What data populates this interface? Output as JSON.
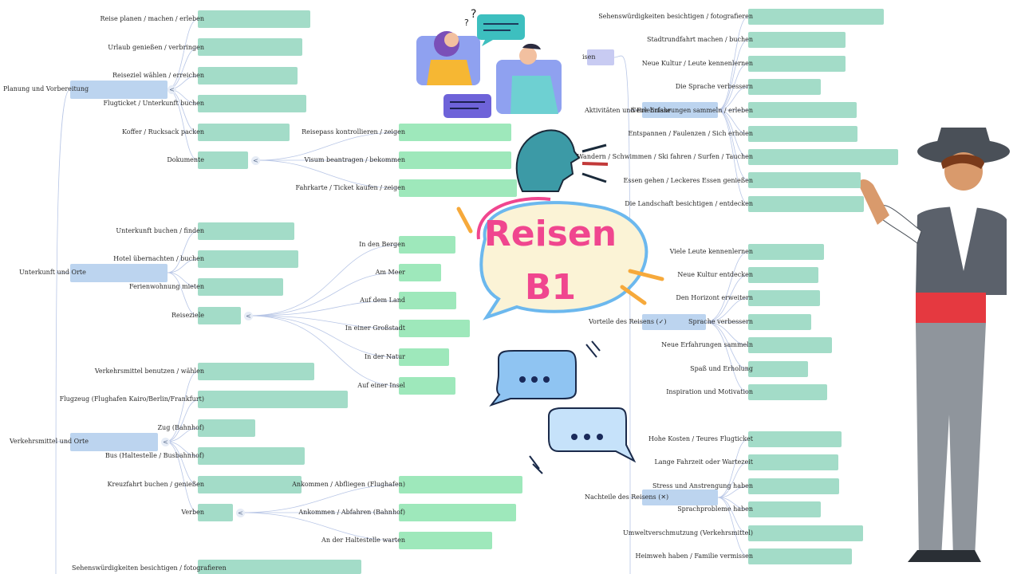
{
  "central": {
    "line1": "Reisen",
    "line2": "B1"
  },
  "collapse_glyph": "<",
  "left": {
    "planung": {
      "label": "Planung und Vorbereitung",
      "items": [
        "Reise planen / machen / erleben",
        "Urlaub genießen / verbringen",
        "Reiseziel wählen / erreichen",
        "Flugticket / Unterkunft buchen",
        "Koffer / Rucksack packen",
        "Dokumente"
      ],
      "dokumente_items": [
        "Reisepass kontrollieren / zeigen",
        "Visum beantragen / bekommen",
        "Fahrkarte / Ticket kaufen / zeigen"
      ]
    },
    "unterkunft": {
      "label": "Unterkunft und Orte",
      "items": [
        "Unterkunft buchen / finden",
        "Hotel übernachten / buchen",
        "Ferienwohnung mieten",
        "Reiseziele"
      ],
      "reiseziele_items": [
        "In den Bergen",
        "Am Meer",
        "Auf dem Land",
        "In einer Großstadt",
        "In der Natur",
        "Auf einer Insel"
      ]
    },
    "verkehr": {
      "label": "Verkehrsmittel und Orte",
      "items": [
        "Verkehrsmittel benutzen / wählen",
        "Flugzeug (Flughafen Kairo/Berlin/Frankfurt)",
        "Zug (Bahnhof)",
        "Bus (Haltestelle / Busbahnhof)",
        "Kreuzfahrt buchen / genießen",
        "Verben"
      ],
      "verben_items": [
        "Ankommen / Abfliegen (Flughafen)",
        "Ankommen / Abfahren (Bahnhof)",
        "An der Haltestelle warten"
      ]
    },
    "bottom_item": "Sehenswürdigkeiten besichtigen / fotografieren"
  },
  "right": {
    "reisen_small": "isen",
    "aktivitaeten": {
      "label": "Aktivitäten und Erlebnisse",
      "items": [
        "Sehenswürdigkeiten besichtigen / fotografieren",
        "Stadtrundfahrt machen / buchen",
        "Neue Kultur / Leute kennenlernen",
        "Die Sprache verbessern",
        "Neue Erfahrungen sammeln / erleben",
        "Entspannen / Faulenzen / Sich erholen",
        "Wandern / Schwimmen / Ski fahren / Surfen / Tauchen",
        "Essen gehen / Leckeres Essen genießen",
        "Die Landschaft besichtigen / entdecken"
      ]
    },
    "vorteile": {
      "label": "Vorteile des Reisens (✓)",
      "items": [
        "Viele Leute kennenlernen",
        "Neue Kultur entdecken",
        "Den Horizont erweitern",
        "Sprache verbessern",
        "Neue Erfahrungen sammeln",
        "Spaß und Erholung",
        "Inspiration und Motivation"
      ]
    },
    "nachteile": {
      "label": "Nachteile des Reisens (✕)",
      "items": [
        "Hohe Kosten / Teures Flugticket",
        "Lange Fahrzeit oder Wartezeit",
        "Stress und Anstrengung haben",
        "Sprachprobleme haben",
        "Umweltverschmutzung (Verkehrsmittel)",
        "Heimweh haben / Familie vermissen"
      ]
    }
  },
  "colors": {
    "teal": "#a3dcc8",
    "green": "#9ee8bb",
    "blue": "#bcd4ef",
    "title": "#f0468f",
    "bubble": "#fbf3d6"
  }
}
